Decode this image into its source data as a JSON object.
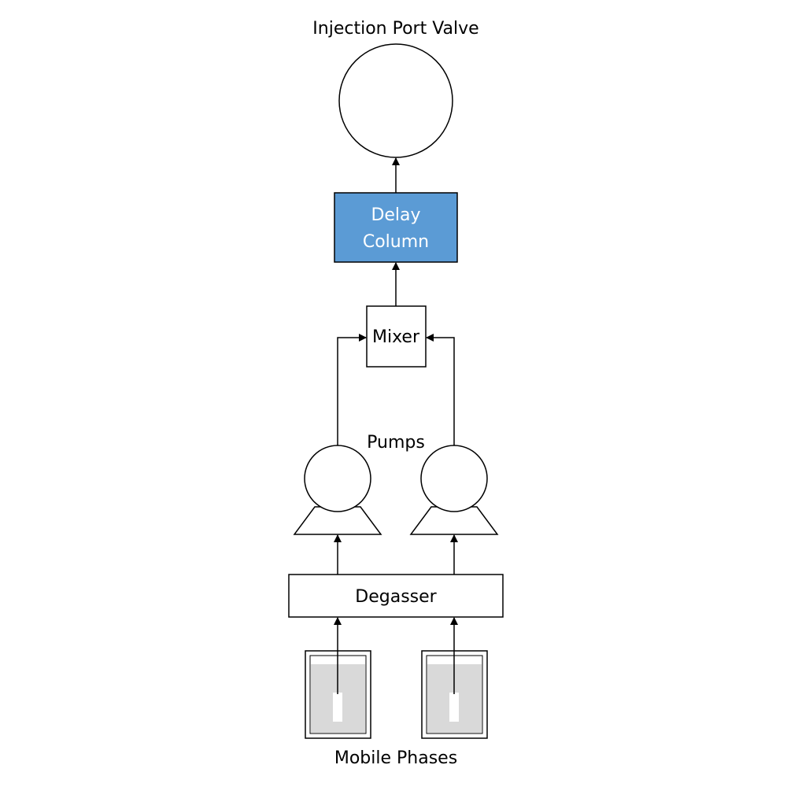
{
  "diagram": {
    "title": "Injection Port Valve",
    "delay_column": {
      "line1": "Delay",
      "line2": "Column"
    },
    "mixer": "Mixer",
    "pumps": "Pumps",
    "degasser": "Degasser",
    "mobile_phases": "Mobile Phases"
  },
  "colors": {
    "delay_column_fill": "#5b9bd5",
    "delay_column_border": "#000000",
    "liquid_fill": "#d9d9d9",
    "stroke": "#000000"
  }
}
